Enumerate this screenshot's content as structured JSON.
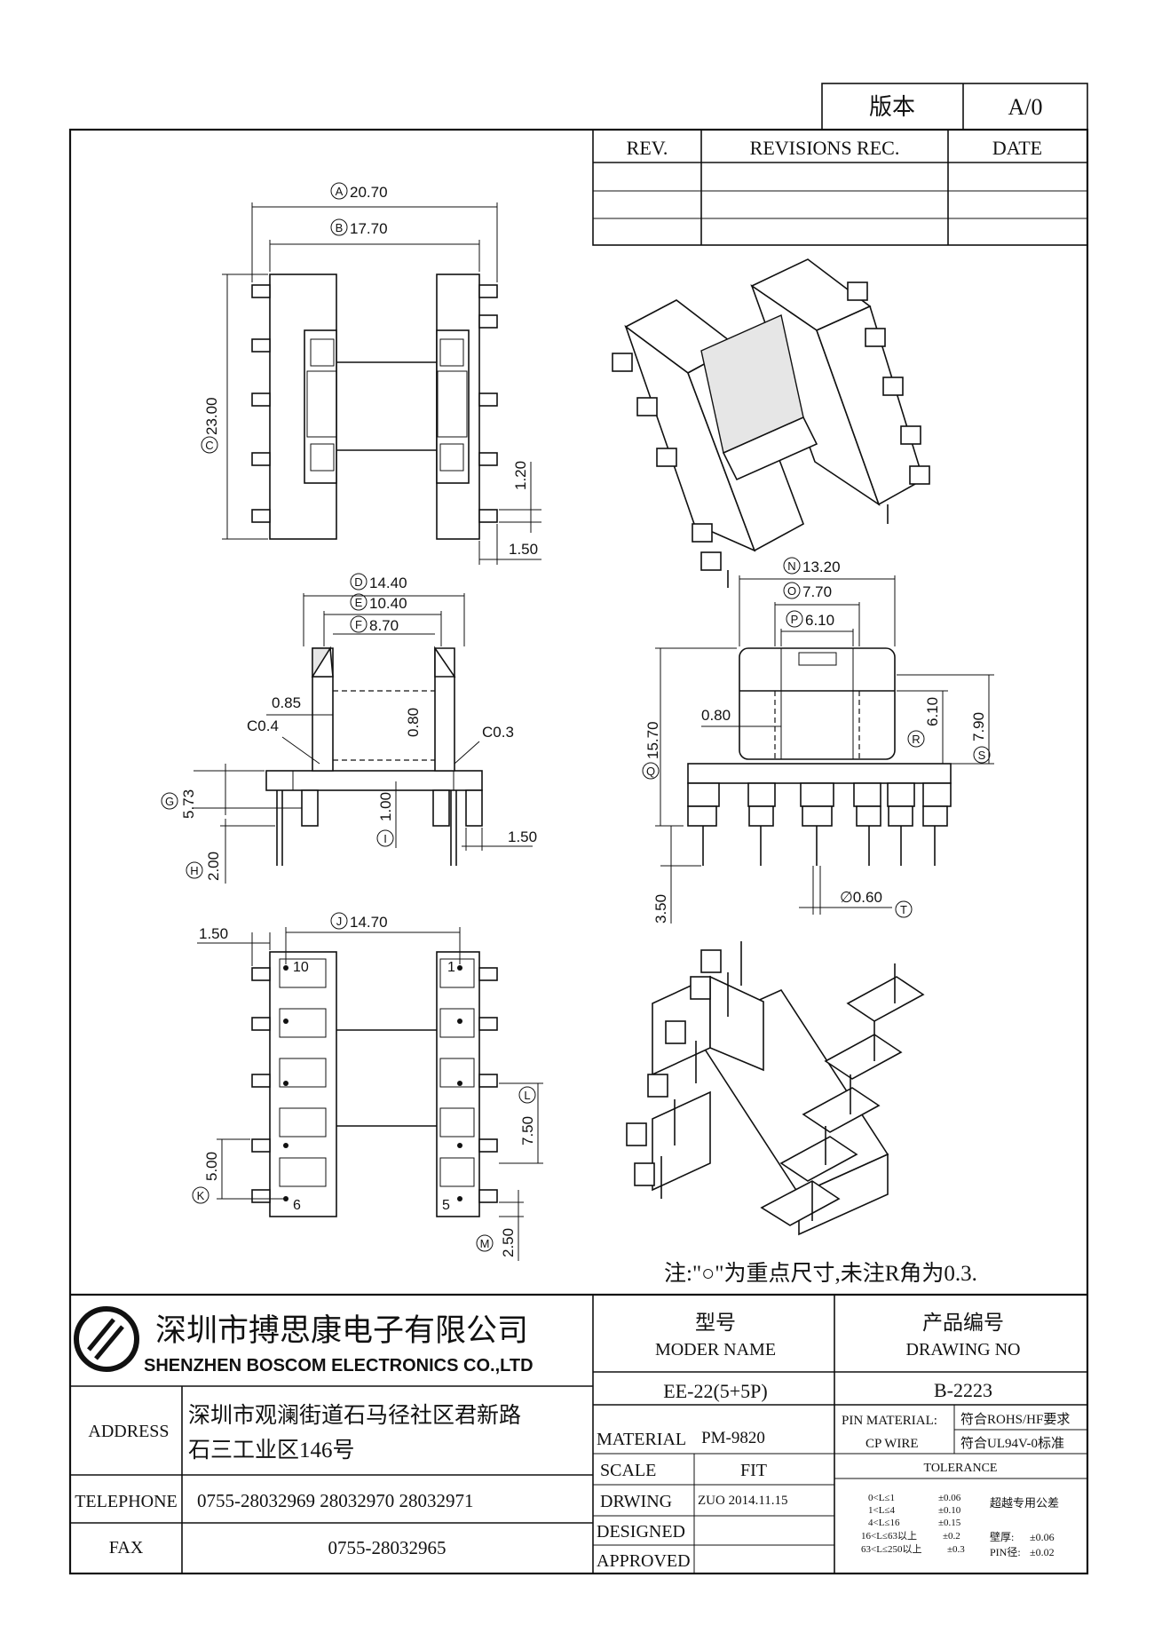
{
  "version_box": {
    "label": "版本",
    "value": "A/0"
  },
  "revisions": {
    "headers": [
      "REV.",
      "REVISIONS REC.",
      "DATE"
    ],
    "rows": [
      [
        "",
        "",
        ""
      ],
      [
        "",
        "",
        ""
      ],
      [
        "",
        "",
        ""
      ]
    ]
  },
  "dimensions": {
    "A": "20.70",
    "B": "17.70",
    "C": "23.00",
    "d120": "1.20",
    "d150a": "1.50",
    "D": "14.40",
    "E": "10.40",
    "F": "8.70",
    "d085": "0.85",
    "c04": "C0.4",
    "d080": "0.80",
    "c03": "C0.3",
    "G": "5.73",
    "I": "1.00",
    "H": "2.00",
    "d150b": "1.50",
    "N": "13.20",
    "O": "7.70",
    "P": "6.10",
    "d080b": "0.80",
    "Q": "15.70",
    "R": "6.10",
    "S": "7.90",
    "d350": "3.50",
    "T": "∅0.60",
    "d150c": "1.50",
    "J": "14.70",
    "L": "7.50",
    "K": "5.00",
    "M": "2.50"
  },
  "pin_labels": {
    "p10": "10",
    "p1": "1",
    "p6": "6",
    "p5": "5"
  },
  "note": "注:\"○\"为重点尺寸,未注R角为0.3.",
  "company": {
    "name_cn": "深圳市搏思康电子有限公司",
    "name_en": "SHENZHEN BOSCOM ELECTRONICS CO.,LTD"
  },
  "title_block": {
    "model_label_cn": "型号",
    "model_label_en": "MODER NAME",
    "model_value": "EE-22(5+5P)",
    "drawing_label_cn": "产品编号",
    "drawing_label_en": "DRAWING NO",
    "drawing_value": "B-2223",
    "address_label": "ADDRESS",
    "address_line1": "深圳市观澜街道石马径社区君新路",
    "address_line2": "石三工业区146号",
    "telephone_label": "TELEPHONE",
    "telephone_value": "0755-28032969  28032970  28032971",
    "fax_label": "FAX",
    "fax_value": "0755-28032965",
    "material_label": "MATERIAL",
    "material_value": "PM-9820",
    "scale_label": "SCALE",
    "scale_value": "FIT",
    "drawing_by_label": "DRWING",
    "drawing_by_value": "ZUO 2014.11.15",
    "designed_label": "DESIGNED",
    "approved_label": "APPROVED",
    "pin_material_label": "PIN MATERIAL:",
    "pin_material_value": "CP WIRE",
    "rohs": "符合ROHS/HF要求",
    "ul": "符合UL94V-0标准",
    "tolerance_label": "TOLERANCE",
    "tol_rows": [
      [
        "0<L≤1",
        "±0.06"
      ],
      [
        "1<L≤4",
        "±0.10"
      ],
      [
        "4<L≤16",
        "±0.15"
      ],
      [
        "16<L≤63以上",
        "±0.2"
      ],
      [
        "63<L≤250以上",
        "±0.3"
      ]
    ],
    "tol_special": "超越专用公差",
    "wall_label": "壁厚:",
    "wall_value": "±0.06",
    "pin_dia_label": "PIN径:",
    "pin_dia_value": "±0.02"
  }
}
